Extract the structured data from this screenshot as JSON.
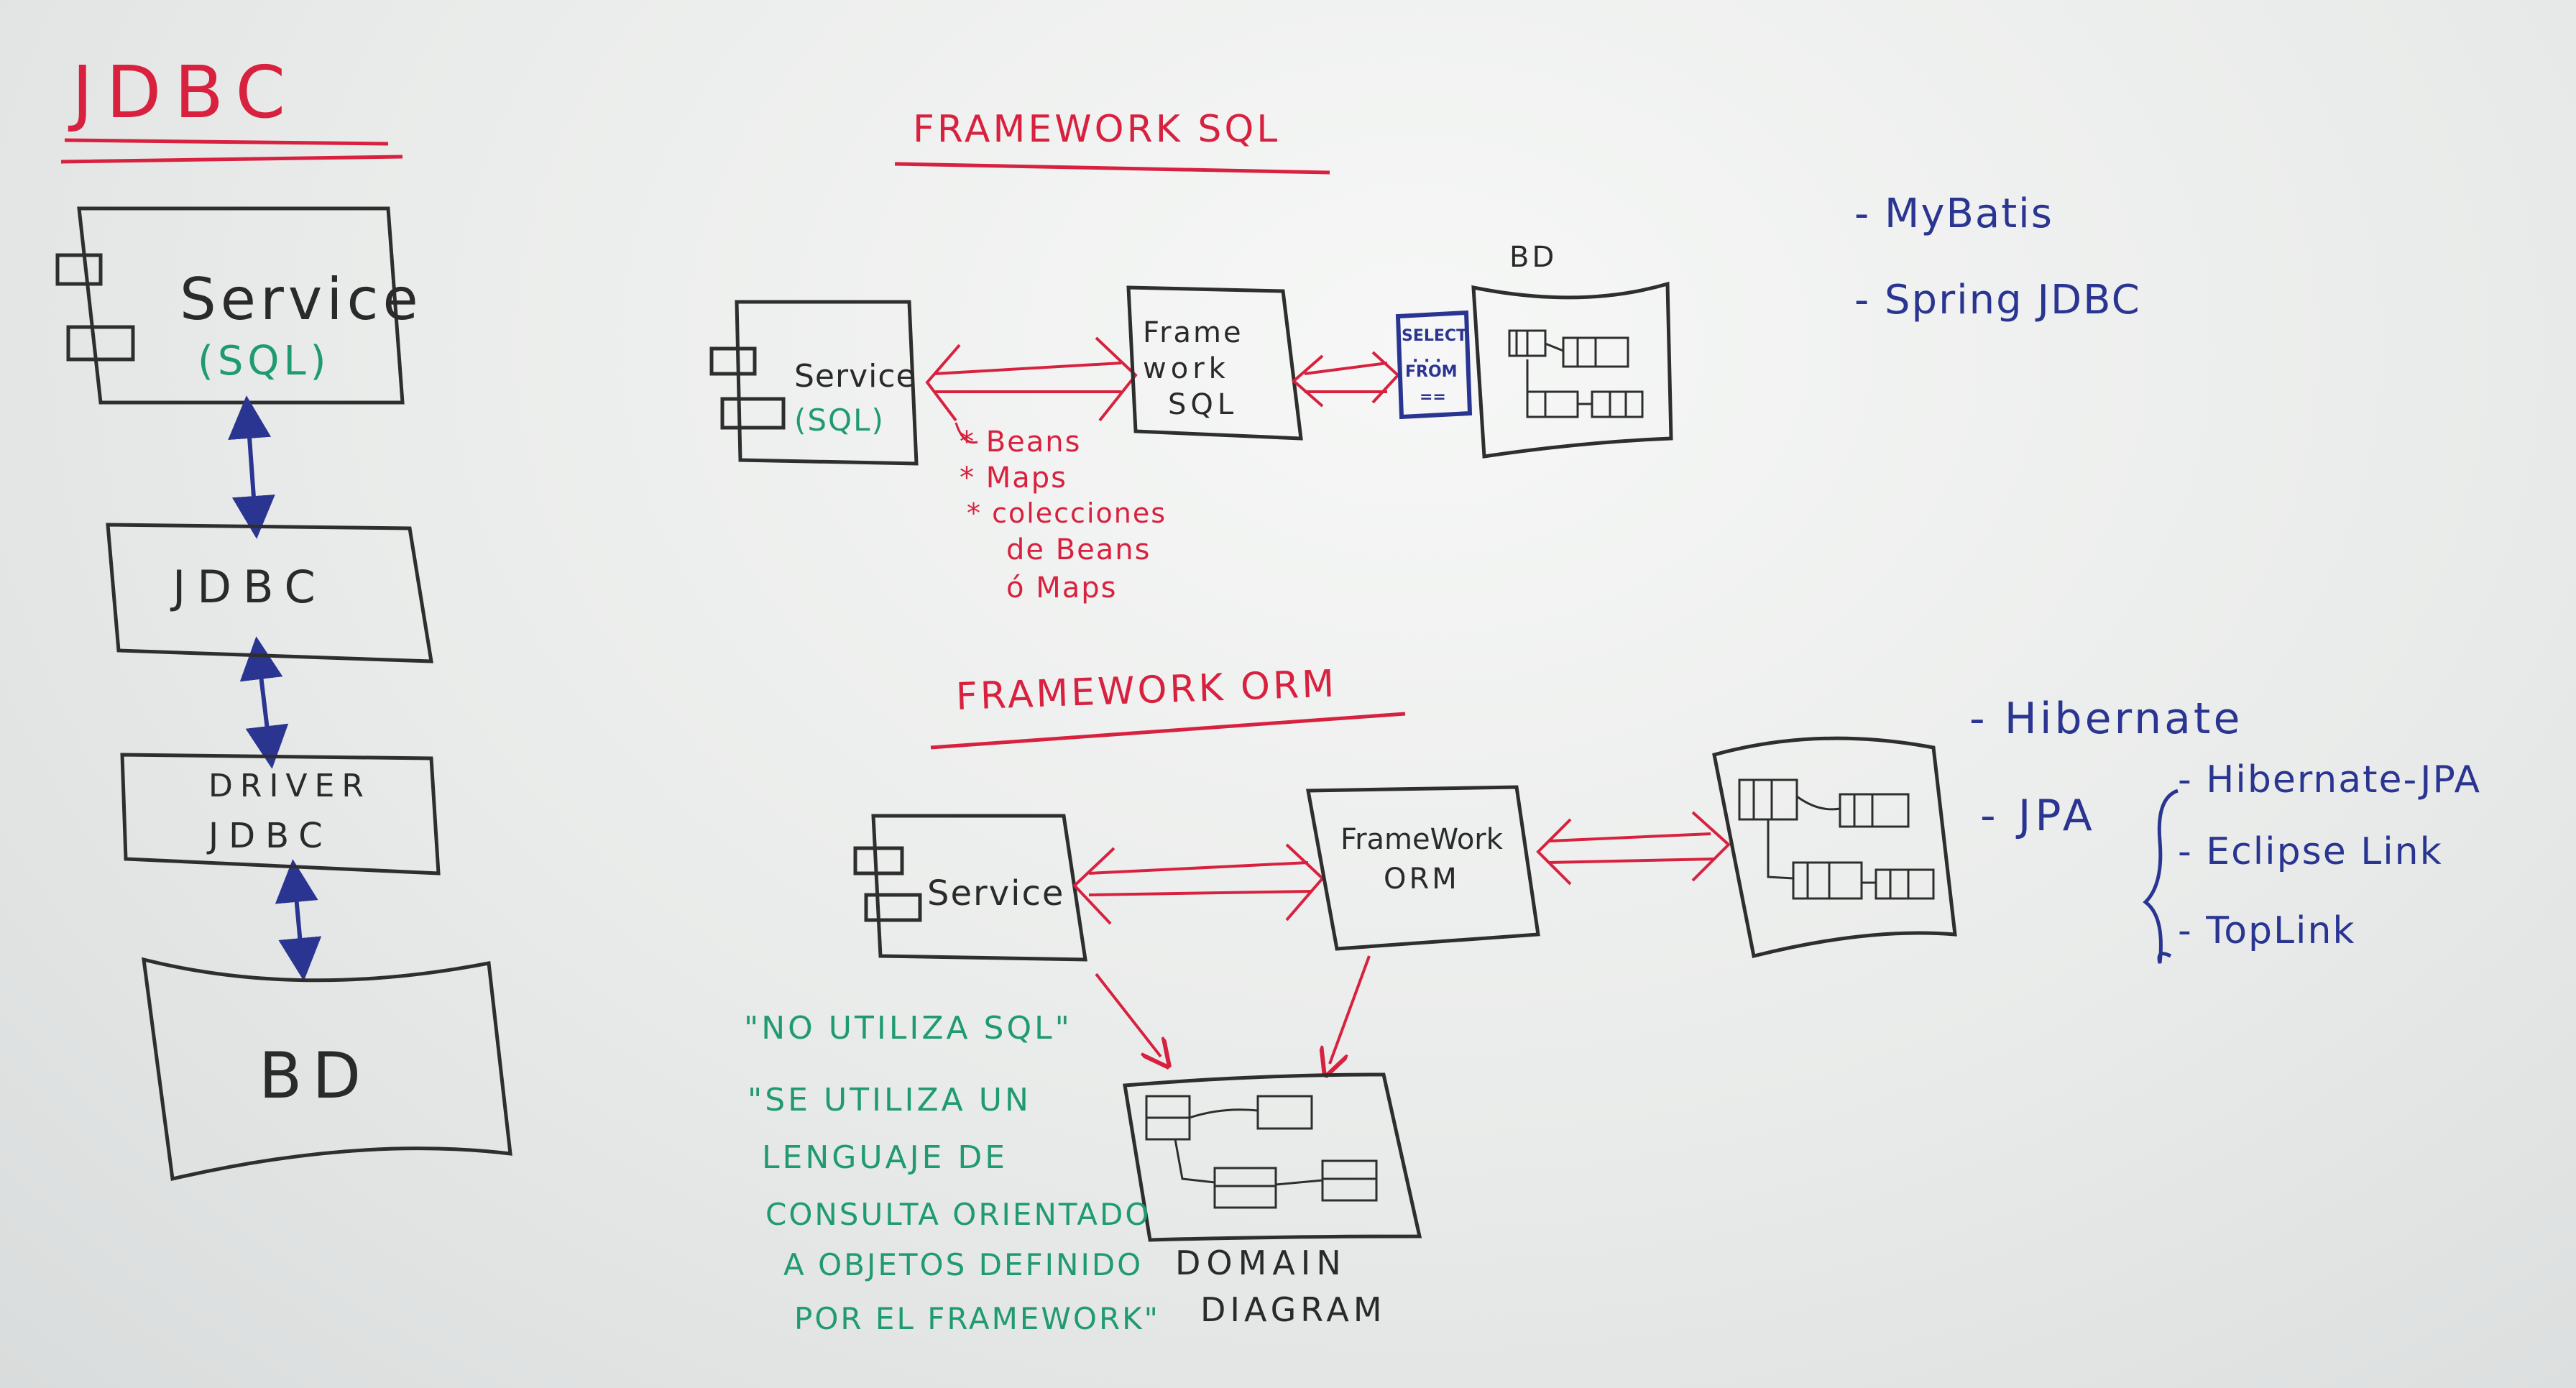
{
  "left": {
    "title": "JDBC",
    "service_label": "Service",
    "service_sub": "(SQL)",
    "jdbc_label": "JDBC",
    "driver_line1": "DRIVER",
    "driver_line2": "JDBC",
    "db_label": "BD"
  },
  "sql": {
    "title": "FRAMEWORK SQL",
    "service_label": "Service",
    "service_sub": "(SQL)",
    "fw_line1": "Frame",
    "fw_line2": "work",
    "fw_line3": "SQL",
    "query_select": "SELECT",
    "query_from": "FROM",
    "db_label": "BD",
    "notes": [
      "* Beans",
      "* Maps",
      "* colecciones",
      "de Beans",
      "ó Maps"
    ],
    "frameworks": [
      "- MyBatis",
      "- Spring JDBC"
    ]
  },
  "orm": {
    "title": "FRAMEWORK ORM",
    "service_label": "Service",
    "fw_line1": "FrameWork",
    "fw_line2": "ORM",
    "domain_line1": "DOMAIN",
    "domain_line2": "DIAGRAM",
    "quote": [
      "\"NO UTILIZA SQL\"",
      "\"SE UTILIZA UN",
      "LENGUAJE DE",
      "CONSULTA ORIENTADO",
      "A OBJETOS DEFINIDO",
      "POR EL FRAMEWORK\""
    ],
    "hibernate": "- Hibernate",
    "jpa": "- JPA",
    "jpa_impls": [
      "- Hibernate-JPA",
      "- Eclipse Link",
      "- TopLink"
    ]
  },
  "colors": {
    "red": "#d8213f",
    "blue": "#2a3592",
    "green": "#1f9a72",
    "black": "#2e2e2e"
  }
}
